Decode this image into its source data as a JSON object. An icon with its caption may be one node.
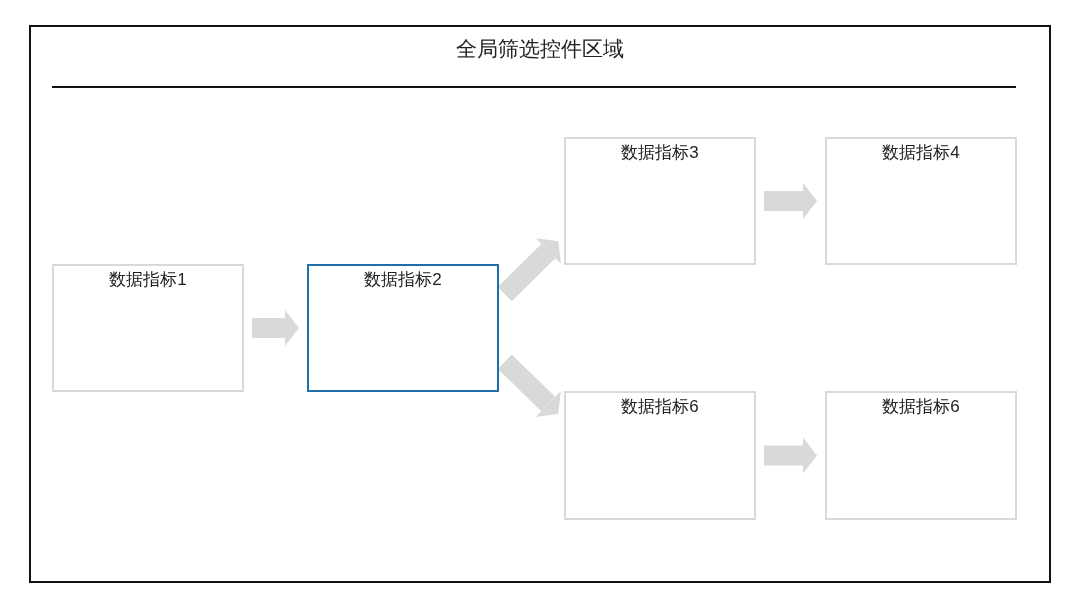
{
  "diagram": {
    "nodes": [
      {
        "text": [
          "全局筛选控件区域"
        ]
      },
      {
        "text": [
          "数据指标1"
        ],
        "in": 0
      },
      {
        "text": [
          "数据指标2"
        ],
        "in": 0
      },
      {
        "text": [
          "数据指标3"
        ],
        "in": 0
      },
      {
        "text": [
          "数据指标4"
        ],
        "in": 0
      },
      {
        "text": [
          "数据指标6"
        ],
        "in": 0
      },
      {
        "text": [
          "数据指标6"
        ],
        "in": 0
      }
    ],
    "edges": [
      {
        "from": 1,
        "to": 2,
        "arrow": "to"
      },
      {
        "from": 2,
        "to": 3,
        "arrow": "to"
      },
      {
        "from": 2,
        "to": 5,
        "arrow": "to"
      },
      {
        "from": 3,
        "to": 4,
        "arrow": "to"
      },
      {
        "from": 5,
        "to": 6,
        "arrow": "to"
      }
    ]
  }
}
